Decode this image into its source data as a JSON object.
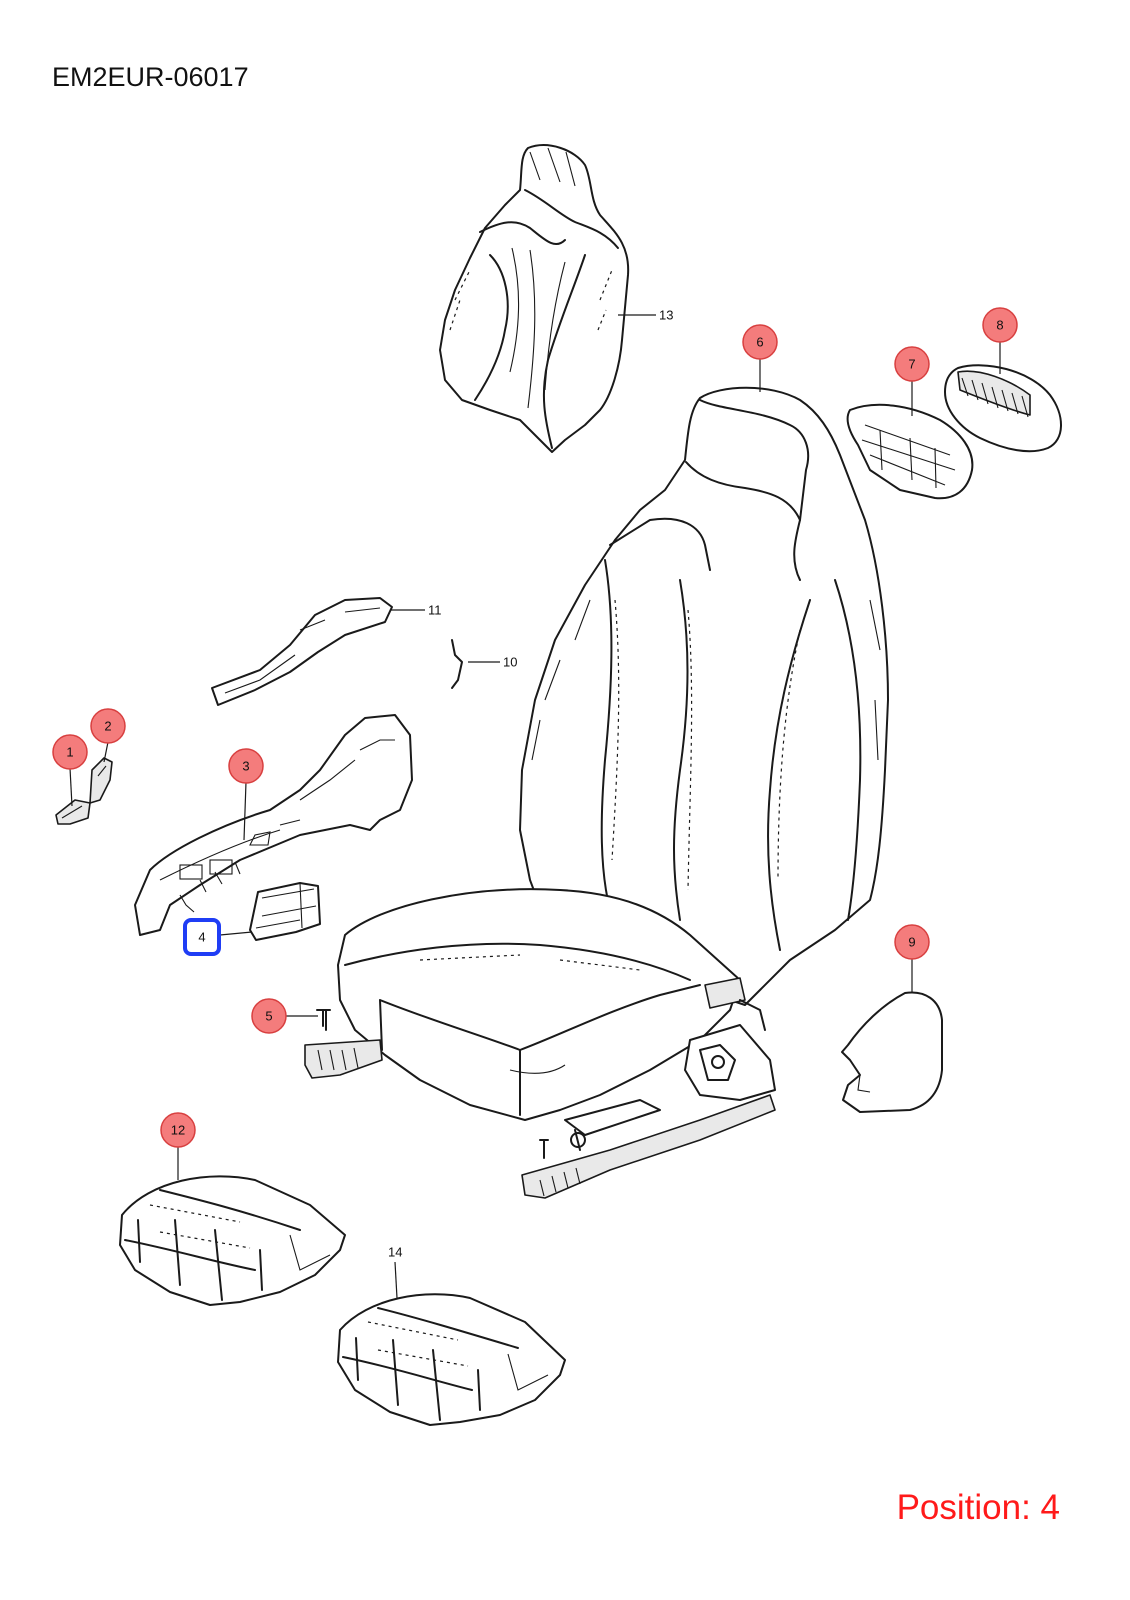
{
  "diagram_code": "EM2EUR-06017",
  "position_label": "Position: 4",
  "colors": {
    "callout_fill": "#f47c7c",
    "selection": "#1f3df5",
    "position_text": "#ff1a1a"
  },
  "callouts": [
    {
      "id": "1",
      "style": "highlighted"
    },
    {
      "id": "2",
      "style": "highlighted"
    },
    {
      "id": "3",
      "style": "highlighted"
    },
    {
      "id": "4",
      "style": "selected"
    },
    {
      "id": "5",
      "style": "highlighted"
    },
    {
      "id": "6",
      "style": "highlighted"
    },
    {
      "id": "7",
      "style": "highlighted"
    },
    {
      "id": "8",
      "style": "highlighted"
    },
    {
      "id": "9",
      "style": "highlighted"
    },
    {
      "id": "10",
      "style": "plain"
    },
    {
      "id": "11",
      "style": "plain"
    },
    {
      "id": "12",
      "style": "highlighted"
    },
    {
      "id": "13",
      "style": "plain"
    },
    {
      "id": "14",
      "style": "plain"
    }
  ]
}
